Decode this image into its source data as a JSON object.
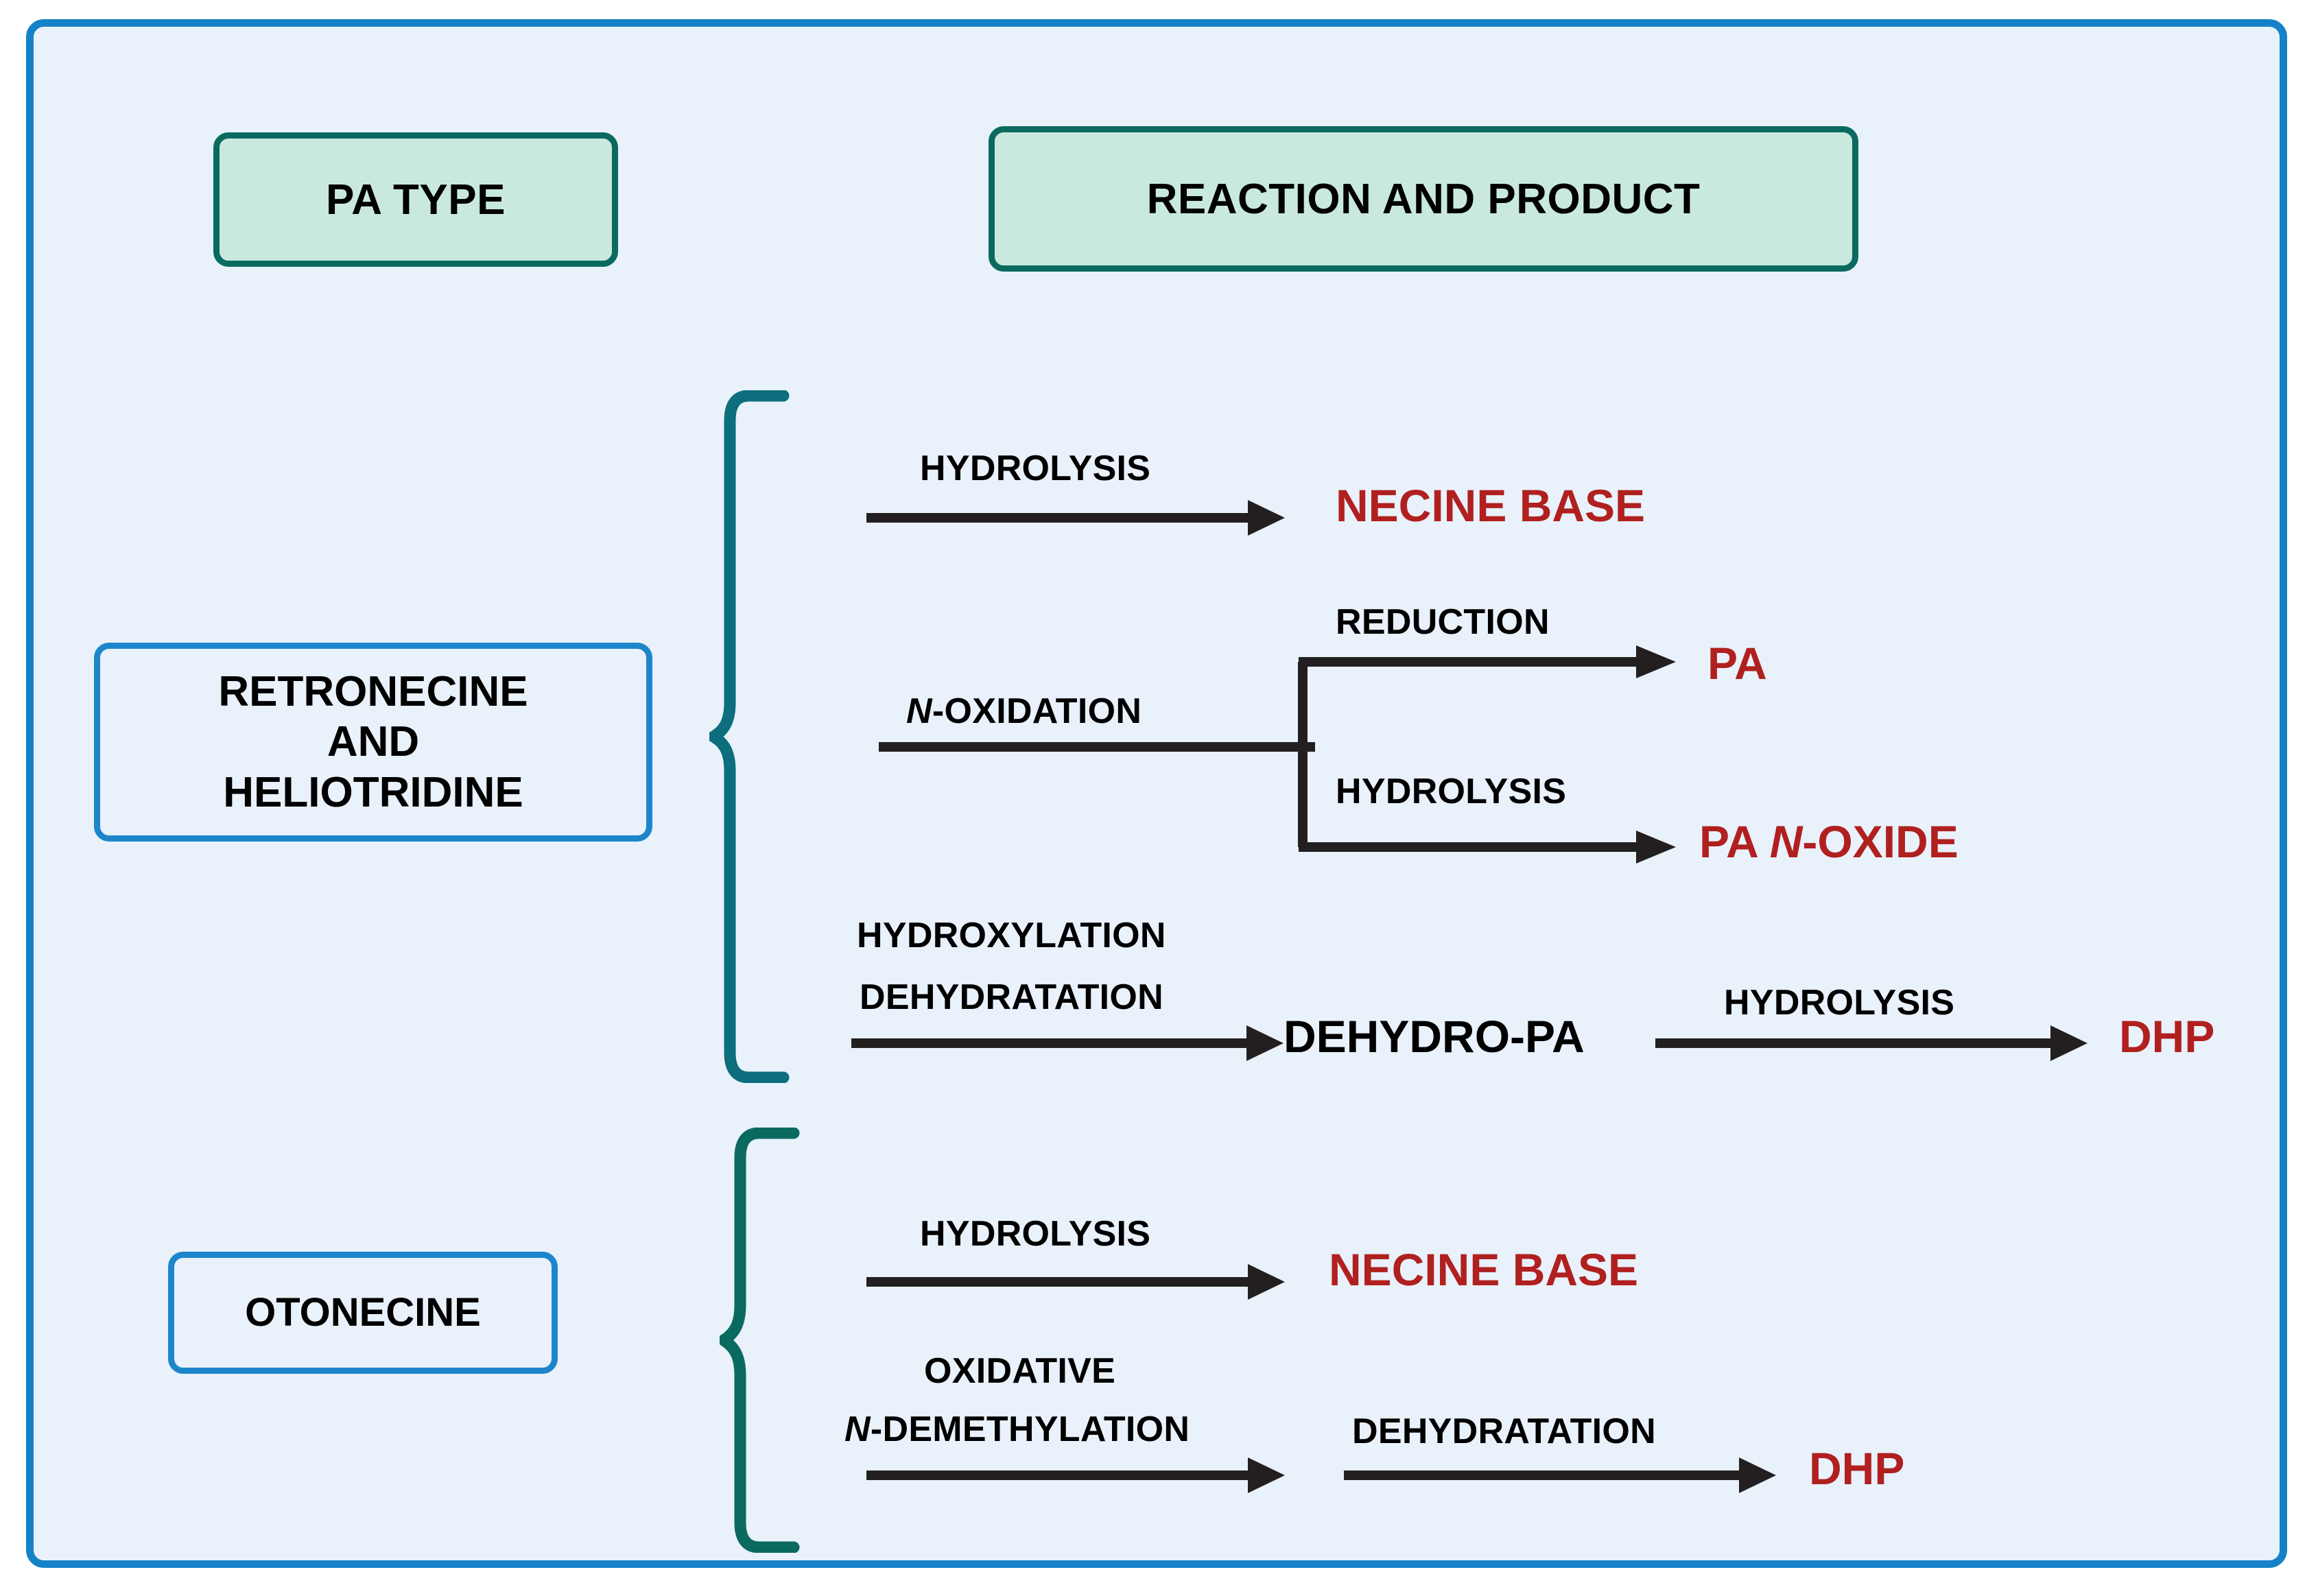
{
  "frame": {
    "background_color": "#e9f1fb",
    "border_color": "#1582c8"
  },
  "palette": {
    "header_chip_fill": "#c9e9df",
    "header_chip_border": "#0b6a60",
    "pa_box_border": "#1d86cb",
    "brace_color": "#0d6e7d",
    "brace_color_bottom": "#0b6a60",
    "product_red": "#b0201f",
    "arrow_black": "#231f20"
  },
  "headers": {
    "pa_type": "PA TYPE",
    "reaction_and_product": "REACTION AND PRODUCT"
  },
  "pa_types": [
    {
      "id": "retronecine",
      "label_lines": [
        "RETRONECINE",
        "AND",
        "HELIOTRIDINE"
      ]
    },
    {
      "id": "otonecine",
      "label_lines": [
        "OTONECINE"
      ]
    }
  ],
  "reactions": {
    "retronecine": [
      {
        "id": "hydrolysis-necine-base",
        "reaction": "HYDROLYSIS",
        "product": "NECINE BASE",
        "product_color": "#b0201f"
      },
      {
        "id": "n-oxidation-branch",
        "reaction_prefix_italic": "N",
        "reaction_rest": "-OXIDATION",
        "branches": [
          {
            "id": "reduction-pa",
            "reaction": "REDUCTION",
            "product": "PA",
            "product_color": "#b0201f"
          },
          {
            "id": "hydrolysis-pa-n-oxide",
            "reaction": "HYDROLYSIS",
            "product_prefix": "PA ",
            "product_italic": "N",
            "product_suffix": "-OXIDE",
            "product_color": "#b0201f"
          }
        ]
      },
      {
        "id": "hydroxylation-dehydratation-chain",
        "reaction_lines": [
          "HYDROXYLATION",
          "DEHYDRATATION"
        ],
        "intermediate": "DEHYDRO-PA",
        "intermediate_color": "#000000",
        "second_reaction": "HYDROLYSIS",
        "product": "DHP",
        "product_color": "#b0201f"
      }
    ],
    "otonecine": [
      {
        "id": "hydrolysis-necine-base-2",
        "reaction": "HYDROLYSIS",
        "product": "NECINE BASE",
        "product_color": "#b0201f"
      },
      {
        "id": "oxidative-n-demethylation-chain",
        "reaction_line1": "OXIDATIVE",
        "reaction_line2_italic": "N",
        "reaction_line2_rest": "-DEMETHYLATION",
        "second_reaction": "DEHYDRATATION",
        "product": "DHP",
        "product_color": "#b0201f"
      }
    ]
  }
}
